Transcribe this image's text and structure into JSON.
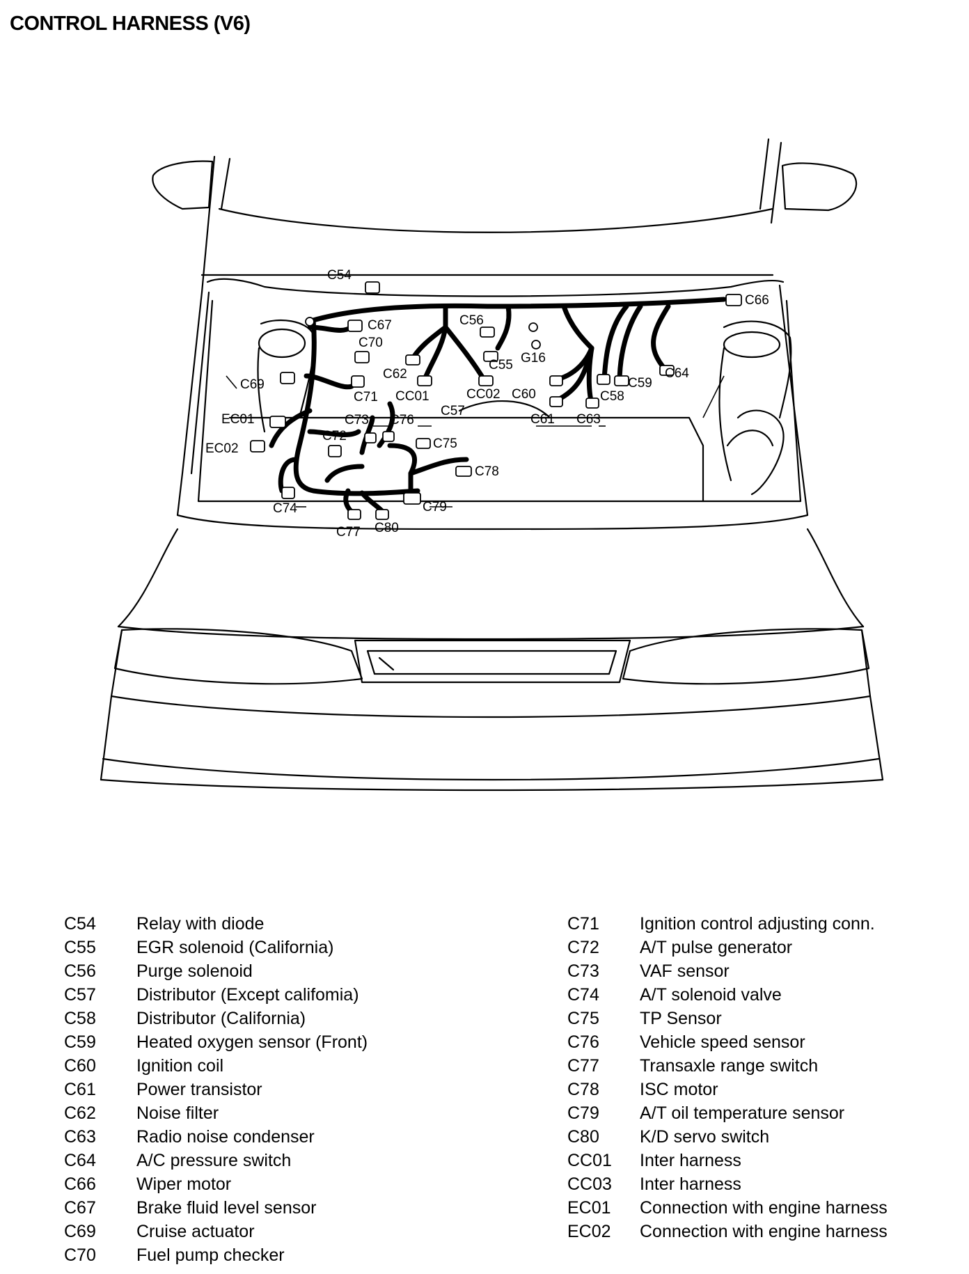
{
  "title": "CONTROL HARNESS (V6)",
  "diagram_labels": {
    "c54": "C54",
    "c66": "C66",
    "c67": "C67",
    "c56": "C56",
    "c70": "C70",
    "g16": "G16",
    "c55": "C55",
    "c62": "C62",
    "c69": "C69",
    "c71": "C71",
    "cc01": "CC01",
    "cc02": "CC02",
    "c60": "C60",
    "c64": "C64",
    "c59": "C59",
    "c58": "C58",
    "c57": "C57",
    "ec01": "EC01",
    "c73": "C73",
    "c76": "C76",
    "c61": "C61",
    "c63": "C63",
    "c72": "C72",
    "c75": "C75",
    "ec02": "EC02",
    "c78": "C78",
    "c74": "C74",
    "c79": "C79",
    "c77": "C77",
    "c80": "C80"
  },
  "legend": {
    "left": [
      {
        "code": "C54",
        "desc": "Relay with diode"
      },
      {
        "code": "C55",
        "desc": "EGR solenoid (California)"
      },
      {
        "code": "C56",
        "desc": "Purge solenoid"
      },
      {
        "code": "C57",
        "desc": "Distributor (Except califomia)"
      },
      {
        "code": "C58",
        "desc": "Distributor (California)"
      },
      {
        "code": "C59",
        "desc": "Heated oxygen sensor (Front)"
      },
      {
        "code": "C60",
        "desc": "Ignition coil"
      },
      {
        "code": "C61",
        "desc": "Power transistor"
      },
      {
        "code": "C62",
        "desc": "Noise filter"
      },
      {
        "code": "C63",
        "desc": "Radio noise condenser"
      },
      {
        "code": "C64",
        "desc": "A/C pressure switch"
      },
      {
        "code": "C66",
        "desc": "Wiper motor"
      },
      {
        "code": "C67",
        "desc": "Brake fluid level sensor"
      },
      {
        "code": "C69",
        "desc": "Cruise actuator"
      },
      {
        "code": "C70",
        "desc": "Fuel pump checker"
      }
    ],
    "right": [
      {
        "code": "C71",
        "desc": "Ignition control adjusting conn."
      },
      {
        "code": "C72",
        "desc": "A/T pulse generator"
      },
      {
        "code": "C73",
        "desc": "VAF sensor"
      },
      {
        "code": "C74",
        "desc": "A/T solenoid valve"
      },
      {
        "code": "C75",
        "desc": "TP Sensor"
      },
      {
        "code": "C76",
        "desc": "Vehicle speed sensor"
      },
      {
        "code": "C77",
        "desc": "Transaxle range switch"
      },
      {
        "code": "C78",
        "desc": "ISC motor"
      },
      {
        "code": "C79",
        "desc": "A/T oil temperature sensor"
      },
      {
        "code": "C80",
        "desc": "K/D servo switch"
      },
      {
        "code": "CC01",
        "desc": "Inter harness"
      },
      {
        "code": "CC03",
        "desc": "Inter harness"
      },
      {
        "code": "EC01",
        "desc": "Connection with engine harness"
      },
      {
        "code": "EC02",
        "desc": "Connection with engine harness"
      }
    ]
  }
}
